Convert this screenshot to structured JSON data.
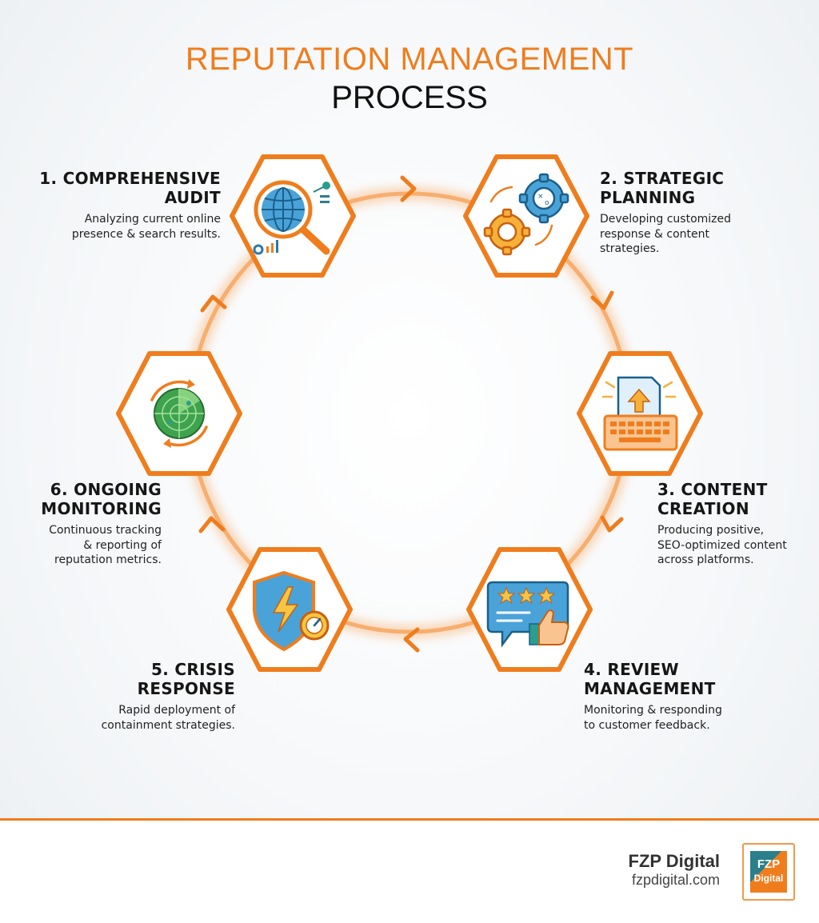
{
  "header": {
    "title_line1": "REPUTATION MANAGEMENT",
    "title_line2": "PROCESS"
  },
  "colors": {
    "accent_orange": "#ef7d1d",
    "ring_glow": "#f7a45c",
    "text_dark": "#161616",
    "teal": "#2a7f8a"
  },
  "steps": [
    {
      "title_line1": "1. COMPREHENSIVE",
      "title_line2": "AUDIT",
      "desc_line1": "Analyzing current online",
      "desc_line2": "presence & search results.",
      "desc_line3": "",
      "icon": "magnifier-globe-icon"
    },
    {
      "title_line1": "2. STRATEGIC",
      "title_line2": "PLANNING",
      "desc_line1": "Developing customized",
      "desc_line2": "response & content",
      "desc_line3": "strategies.",
      "icon": "gears-strategy-icon"
    },
    {
      "title_line1": "3. CONTENT",
      "title_line2": "CREATION",
      "desc_line1": "Producing positive,",
      "desc_line2": "SEO-optimized content",
      "desc_line3": "across platforms.",
      "icon": "keyboard-document-icon"
    },
    {
      "title_line1": "4. REVIEW",
      "title_line2": "MANAGEMENT",
      "desc_line1": "Monitoring & responding",
      "desc_line2": "to customer feedback.",
      "desc_line3": "",
      "icon": "rating-thumbs-up-icon"
    },
    {
      "title_line1": "5. CRISIS",
      "title_line2": "RESPONSE",
      "desc_line1": "Rapid deployment of",
      "desc_line2": "containment strategies.",
      "desc_line3": "",
      "icon": "shield-lightning-icon"
    },
    {
      "title_line1": "6. ONGOING",
      "title_line2": "MONITORING",
      "desc_line1": "Continuous tracking",
      "desc_line2": "& reporting of",
      "desc_line3": "reputation metrics.",
      "icon": "radar-icon"
    }
  ],
  "footer": {
    "brand_name": "FZP Digital",
    "brand_url": "fzpdigital.com",
    "logo_text_top": "FZP",
    "logo_text_bottom": "Digital"
  }
}
